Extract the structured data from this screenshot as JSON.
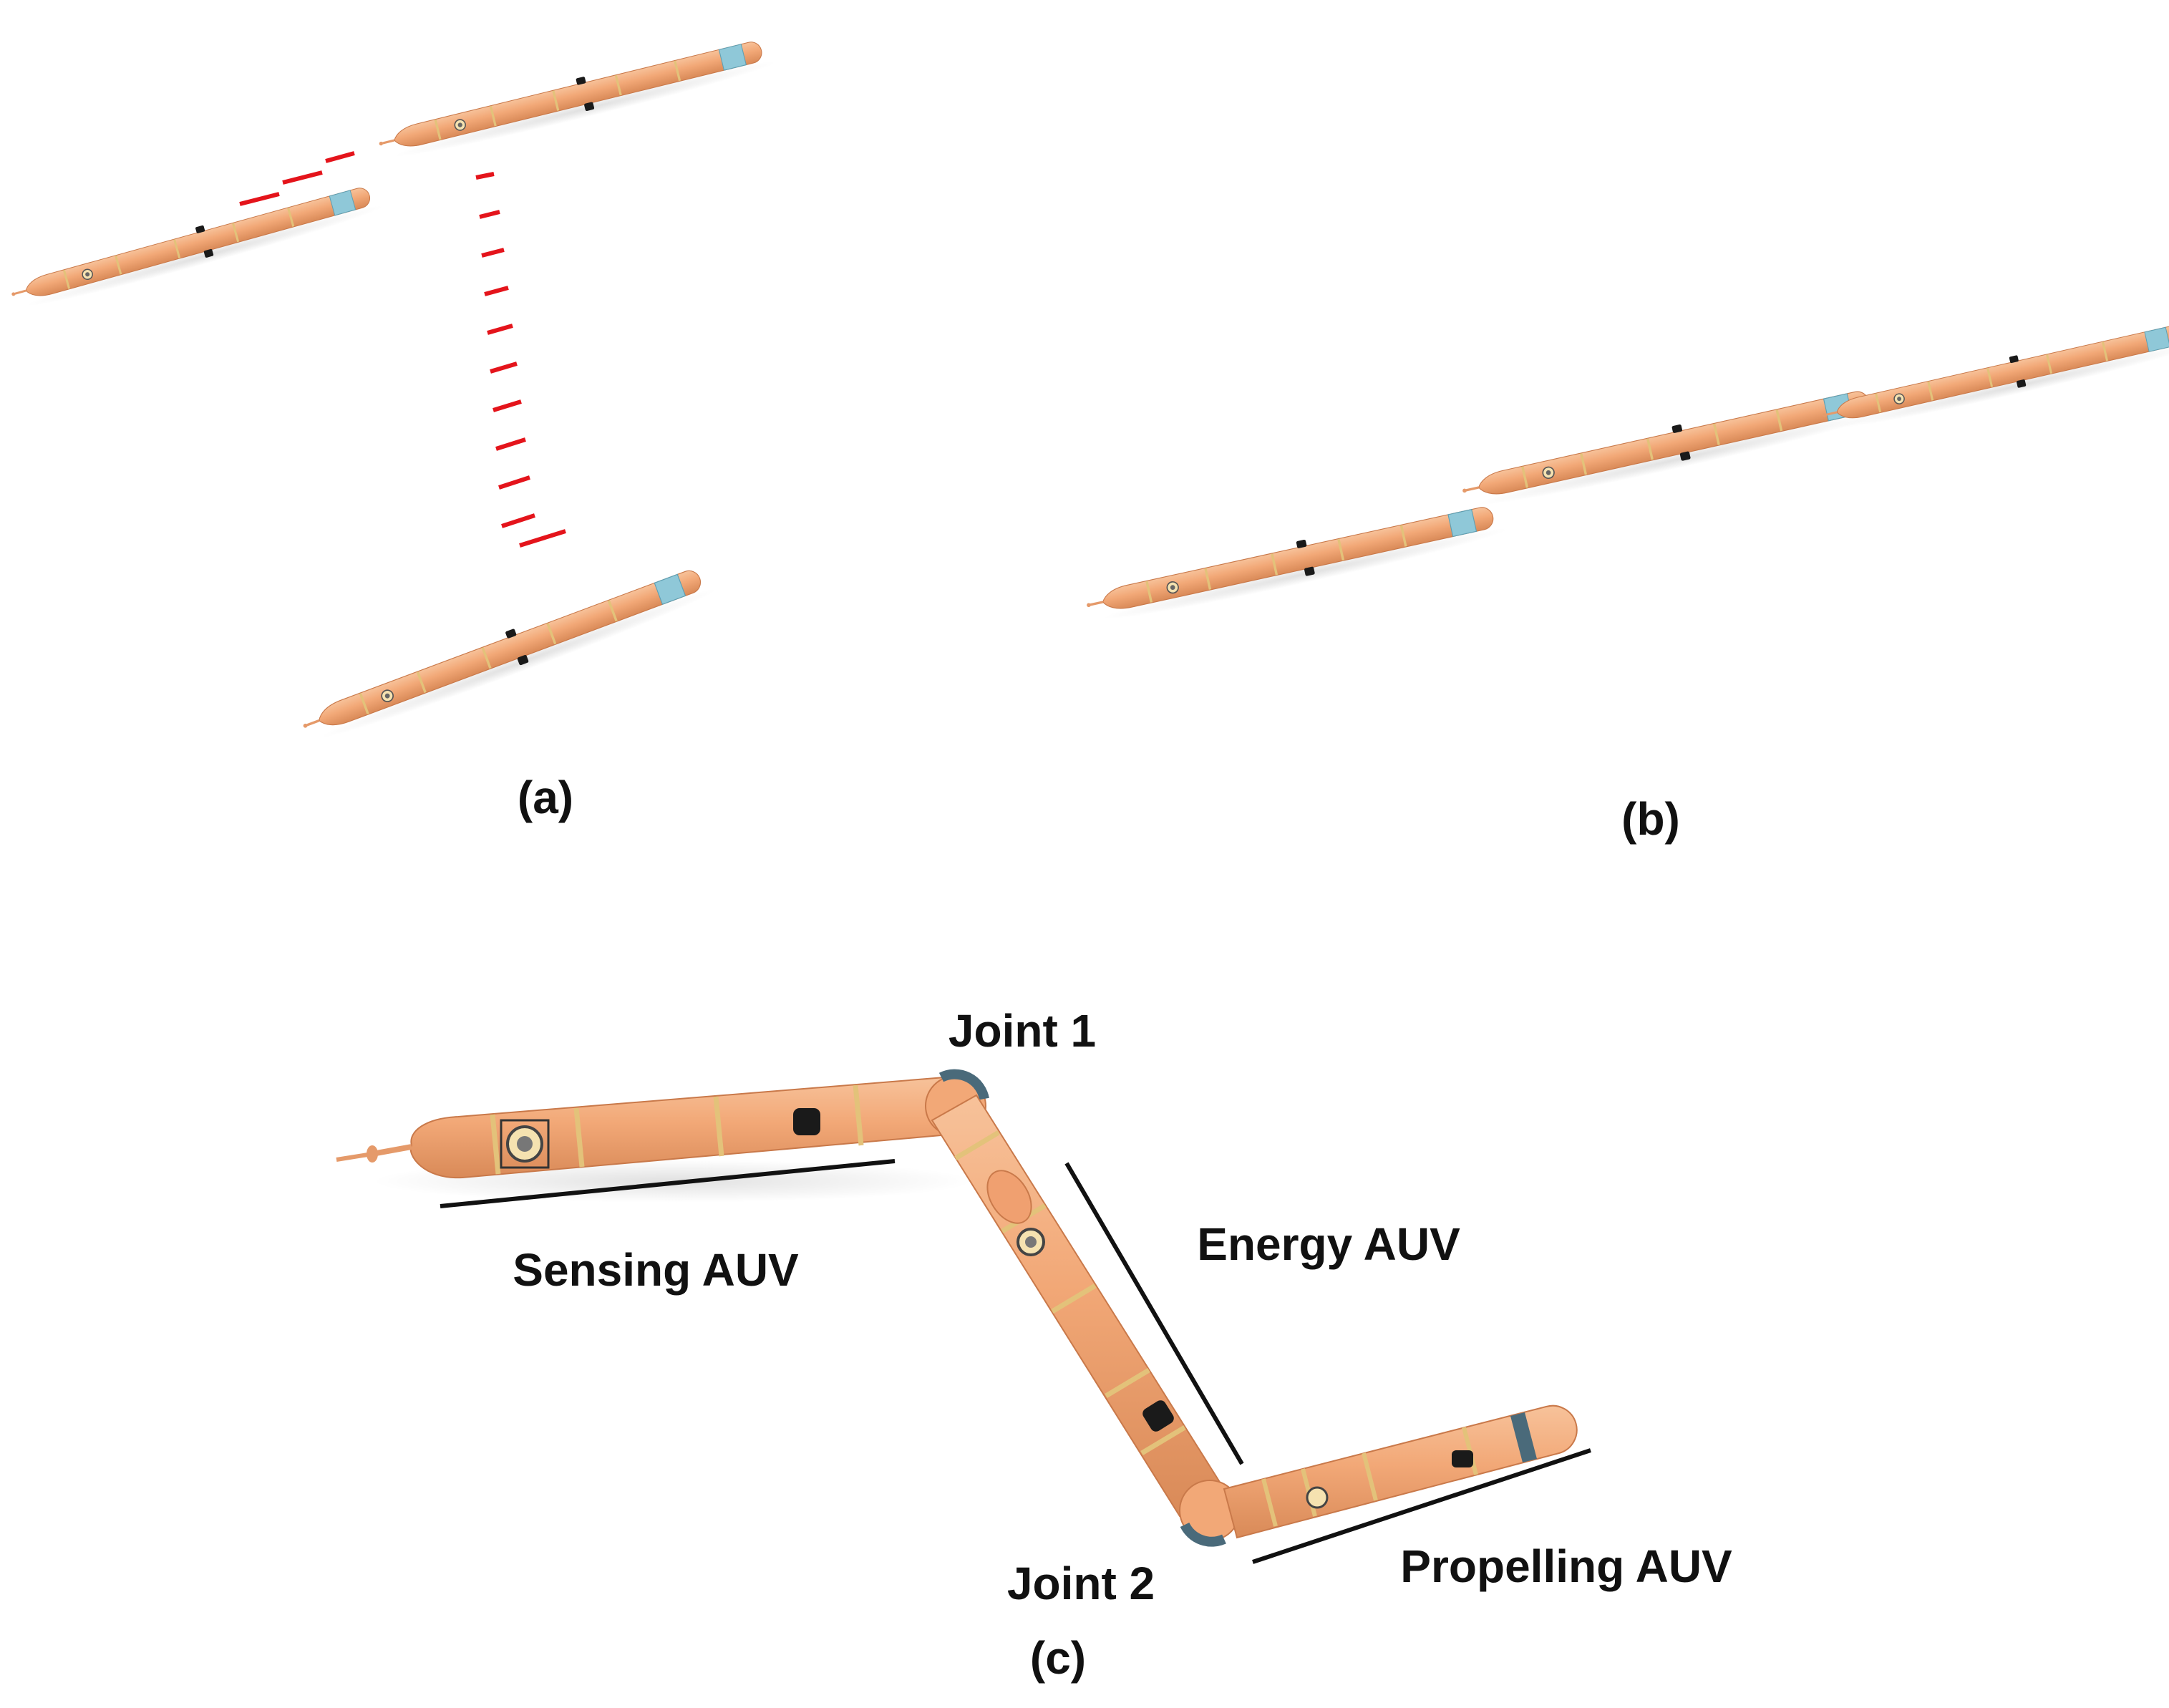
{
  "panels": {
    "a": {
      "caption": "(a)"
    },
    "b": {
      "caption": "(b)"
    },
    "c": {
      "caption": "(c)",
      "labels": {
        "joint1": "Joint 1",
        "joint2": "Joint 2",
        "sensing": "Sensing AUV",
        "energy": "Energy AUV",
        "propelling": "Propelling AUV"
      }
    }
  },
  "colors": {
    "body": "#f2a877",
    "body_shadow": "#d98a58",
    "band": "#e3c27a",
    "window": "#8fc8d8",
    "fin": "#1a1a1a",
    "docking_dash": "#e4141b",
    "leader_line": "#111111",
    "joint": "#4a6a7a"
  }
}
